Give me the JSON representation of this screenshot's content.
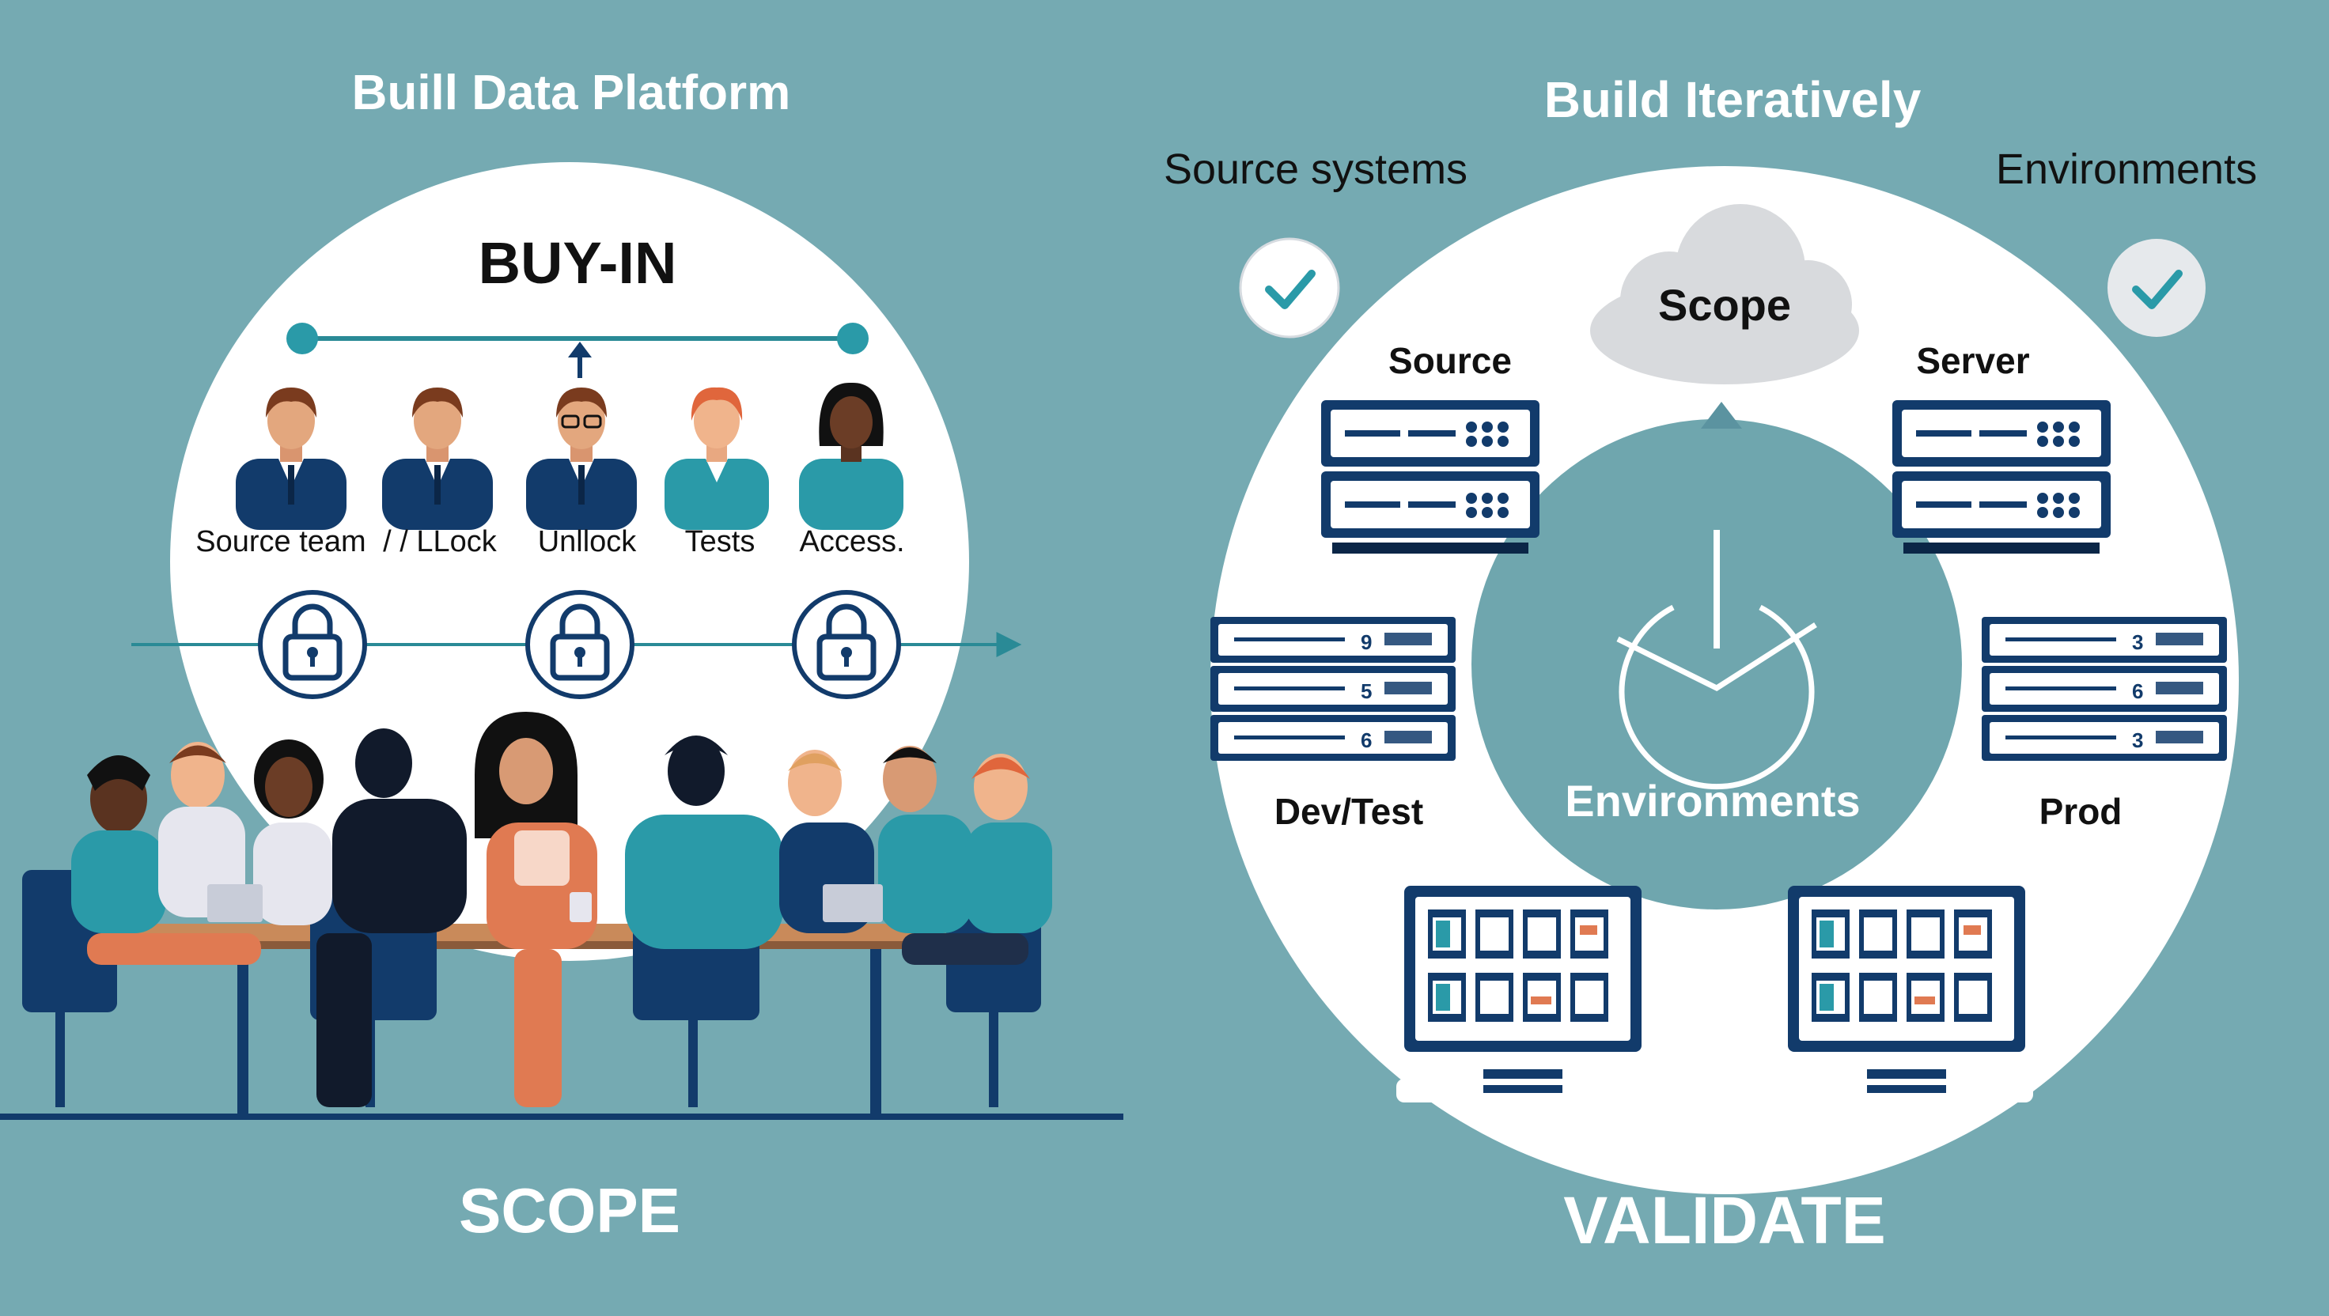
{
  "left_panel": {
    "title": "Buill Data Platform",
    "heading": "BUY-IN",
    "people_labels": [
      "Source team",
      "/ / LLock",
      "Unllock",
      "Tests",
      "Access."
    ],
    "footer": "SCOPE"
  },
  "right_panel": {
    "title": "Build Iteratively",
    "corner_left": "Source systems",
    "corner_right": "Environments",
    "cloud_label": "Scope",
    "source_label": "Source",
    "server_label": "Server",
    "devtest_label": "Dev/Test",
    "prod_label": "Prod",
    "center_label": "Environments",
    "devtest_rack_marks": [
      "9",
      "5",
      "6"
    ],
    "prod_rack_marks": [
      "3",
      "6",
      "3"
    ],
    "footer": "VALIDATE"
  },
  "colors": {
    "background": "#75aab2",
    "navy": "#123b6b",
    "teal": "#2a9aa8",
    "white": "#ffffff",
    "orange": "#e07a52"
  },
  "icons": [
    "check-icon",
    "lock-icon",
    "power-icon",
    "cloud-icon",
    "server-icon",
    "monitor-icon",
    "arrow-up-icon"
  ]
}
